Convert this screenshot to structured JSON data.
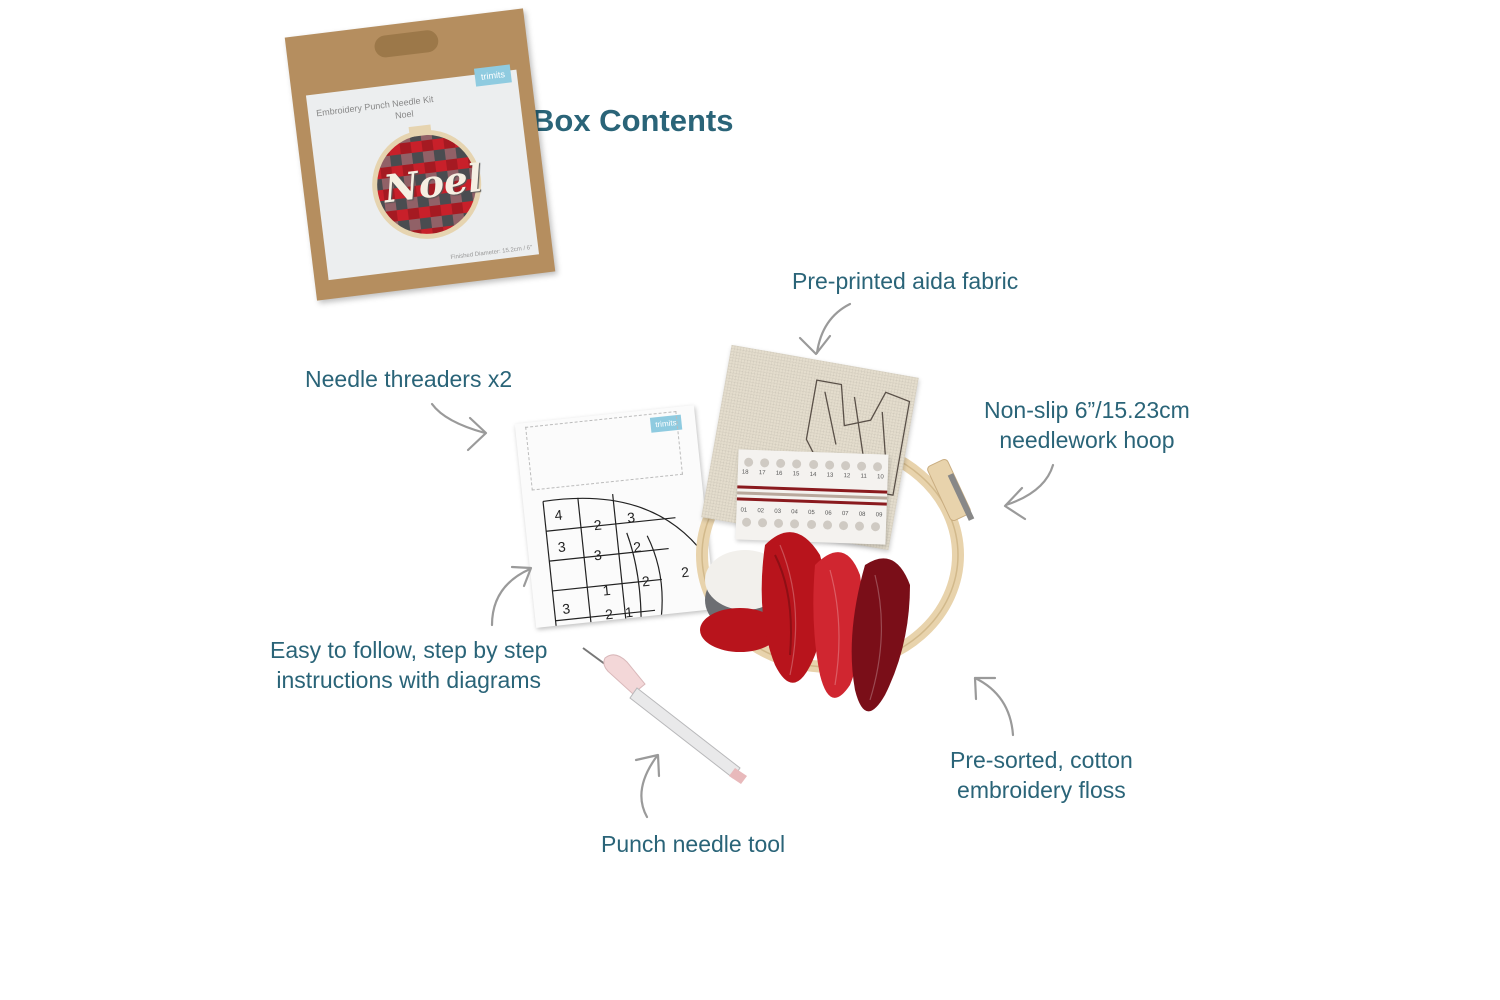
{
  "title": "Box Contents",
  "box": {
    "header": "Embroidery Punch Needle Kit",
    "subtitle": "Noel",
    "design_word": "Noel",
    "brand_badge": "trimits",
    "footer": "Finished Diameter: 15.2cm / 6\""
  },
  "callouts": {
    "fabric": "Pre-printed aida fabric",
    "threaders": "Needle threaders x2",
    "hoop": [
      "Non-slip 6”/15.23cm",
      "needlework hoop"
    ],
    "instructions": [
      "Easy to follow, step by step",
      "instructions with diagrams"
    ],
    "floss": [
      "Pre-sorted, cotton",
      "embroidery floss"
    ],
    "punch_tool": "Punch needle tool"
  },
  "instruction_sheet": {
    "badge": "trimits",
    "grid_numbers": [
      "4",
      "2",
      "3",
      "3",
      "3",
      "2",
      "3",
      "1",
      "2",
      "2",
      "2",
      "1"
    ]
  },
  "thread_card": {
    "top_numbers": [
      "18",
      "17",
      "16",
      "15",
      "14",
      "13",
      "12",
      "11",
      "10"
    ],
    "bottom_numbers": [
      "01",
      "02",
      "03",
      "04",
      "05",
      "06",
      "07",
      "08",
      "09"
    ]
  },
  "colors": {
    "text_accent": "#2a6478",
    "arrow": "#9a9a9a",
    "kraft": "#b58e5f",
    "plaid_red": "#c8202a",
    "plaid_gray": "#6c6e72",
    "floss_red": "#b8141c",
    "floss_dark_red": "#7a0e18",
    "hoop_wood": "#e8d3ac",
    "linen": "#e4ddcd"
  }
}
